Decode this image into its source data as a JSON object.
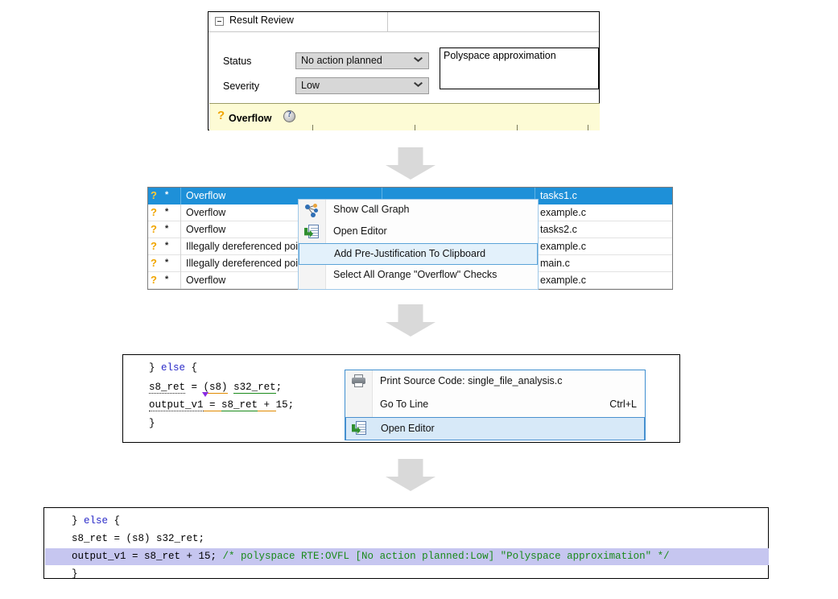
{
  "panel1": {
    "title": "Result Review",
    "collapse_icon": "collapse-minus-icon",
    "status_label": "Status",
    "status_value": "No action planned",
    "severity_label": "Severity",
    "severity_value": "Low",
    "comment_value": "Polyspace approximation",
    "check_marker": "?",
    "check_name": "Overflow",
    "help_glyph": "?"
  },
  "arrows": {
    "glyph": "arrow-down",
    "color": "#d9d9d9"
  },
  "panel2": {
    "rows": [
      {
        "marker": "?",
        "star": "*",
        "check": "Overflow",
        "file": "tasks1.c",
        "selected": true
      },
      {
        "marker": "?",
        "star": "*",
        "check": "Overflow",
        "file": "example.c",
        "selected": false
      },
      {
        "marker": "?",
        "star": "*",
        "check": "Overflow",
        "file": "tasks2.c",
        "selected": false
      },
      {
        "marker": "?",
        "star": "*",
        "check": "Illegally dereferenced pointer",
        "file": "example.c",
        "selected": false
      },
      {
        "marker": "?",
        "star": "*",
        "check": "Illegally dereferenced pointer",
        "file": "main.c",
        "selected": false
      },
      {
        "marker": "?",
        "star": "*",
        "check": "Overflow",
        "file": "example.c",
        "selected": false
      }
    ],
    "context_menu": [
      {
        "label": "Show Call Graph",
        "icon": "call-graph-icon",
        "highlighted": false
      },
      {
        "label": "Open Editor",
        "icon": "open-editor-icon",
        "highlighted": false
      },
      {
        "label": "Add Pre-Justification To Clipboard",
        "icon": "",
        "highlighted": true
      },
      {
        "label": "Select All Orange \"Overflow\" Checks",
        "icon": "",
        "highlighted": false
      }
    ]
  },
  "panel3": {
    "code": {
      "line1_a": "} ",
      "line1_b": "else",
      "line1_c": " {",
      "line2_a": "s8_ret",
      "line2_b": " = ",
      "line2_c": "(s8)",
      "line2_d": " ",
      "line2_e": "s32_ret",
      "line2_f": ";",
      "line3_a": "output_v1",
      "line3_b": " = ",
      "line3_c": "s8_ret",
      "line3_d": " + ",
      "line3_e": "15;",
      "line4": "}"
    },
    "context_menu": [
      {
        "label": "Print Source Code: single_file_analysis.c",
        "accel": "",
        "icon": "printer-icon",
        "highlighted": false
      },
      {
        "label": "Go To Line",
        "accel": "Ctrl+L",
        "icon": "",
        "highlighted": false
      },
      {
        "label": "Open Editor",
        "accel": "",
        "icon": "open-editor-icon",
        "highlighted": true
      }
    ]
  },
  "panel4": {
    "line1_a": "} ",
    "line1_b": "else",
    "line1_c": " {",
    "line2": "s8_ret = (s8) s32_ret;",
    "line3_code": "output_v1 = s8_ret + 15; ",
    "line3_comment": "/* polyspace RTE:OVFL [No action planned:Low] \"Polyspace approximation\" */",
    "line4": "}"
  }
}
